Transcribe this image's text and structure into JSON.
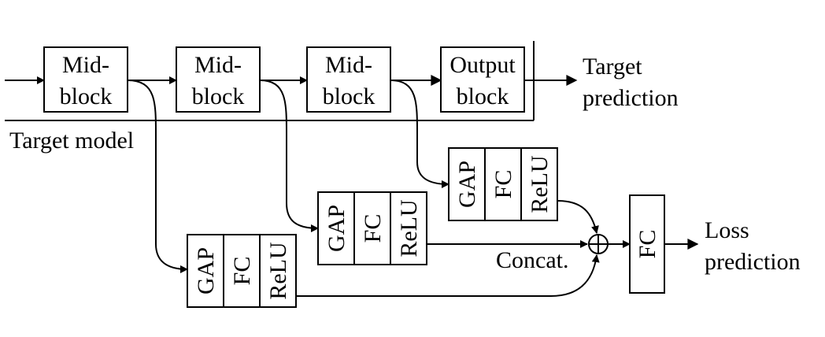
{
  "target_model": {
    "label": "Target model",
    "blocks": [
      {
        "line1": "Mid-",
        "line2": "block"
      },
      {
        "line1": "Mid-",
        "line2": "block"
      },
      {
        "line1": "Mid-",
        "line2": "block"
      },
      {
        "line1": "Output",
        "line2": "block"
      }
    ],
    "output": {
      "line1": "Target",
      "line2": "prediction"
    }
  },
  "loss_module": {
    "branch_cells": [
      "GAP",
      "FC",
      "ReLU"
    ],
    "concat_label": "Concat.",
    "final_layer": "FC",
    "output": {
      "line1": "Loss",
      "line2": "prediction"
    }
  }
}
